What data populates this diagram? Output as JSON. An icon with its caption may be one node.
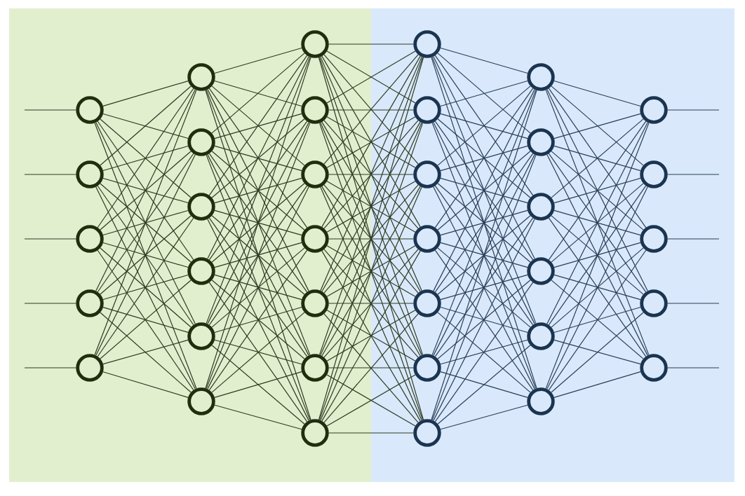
{
  "diagram": {
    "nodes": [
      {
        "text": [],
        "shape": "circle"
      },
      {
        "text": [],
        "shape": "circle"
      },
      {
        "text": [],
        "shape": "circle"
      },
      {
        "text": [],
        "shape": "circle"
      },
      {
        "text": [],
        "shape": "circle"
      },
      {
        "text": [],
        "shape": "circle"
      },
      {
        "text": [],
        "shape": "circle"
      },
      {
        "text": [],
        "shape": "circle"
      },
      {
        "text": [],
        "shape": "circle"
      },
      {
        "text": [],
        "shape": "circle"
      },
      {
        "text": [],
        "shape": "circle"
      },
      {
        "text": [],
        "shape": "circle"
      },
      {
        "text": [],
        "shape": "circle"
      },
      {
        "text": [],
        "shape": "circle"
      },
      {
        "text": [],
        "shape": "circle"
      },
      {
        "text": [],
        "shape": "circle"
      },
      {
        "text": [],
        "shape": "circle"
      },
      {
        "text": [],
        "shape": "circle"
      },
      {
        "text": [],
        "shape": "circle"
      },
      {
        "text": [],
        "shape": "circle"
      },
      {
        "text": [],
        "shape": "circle"
      },
      {
        "text": [],
        "shape": "circle"
      },
      {
        "text": [],
        "shape": "circle"
      },
      {
        "text": [],
        "shape": "circle"
      },
      {
        "text": [],
        "shape": "circle"
      },
      {
        "text": [],
        "shape": "circle"
      },
      {
        "text": [],
        "shape": "circle"
      },
      {
        "text": [],
        "shape": "circle"
      },
      {
        "text": [],
        "shape": "circle"
      },
      {
        "text": [],
        "shape": "circle"
      },
      {
        "text": [],
        "shape": "circle"
      },
      {
        "text": [],
        "shape": "circle"
      },
      {
        "text": [],
        "shape": "circle"
      },
      {
        "text": [],
        "shape": "circle"
      },
      {
        "text": [],
        "shape": "circle"
      },
      {
        "text": [],
        "shape": "circle"
      }
    ],
    "edges": [
      {
        "from": null,
        "to": 0,
        "arrow": "none"
      },
      {
        "from": null,
        "to": 1,
        "arrow": "none"
      },
      {
        "from": null,
        "to": 2,
        "arrow": "none"
      },
      {
        "from": null,
        "to": 3,
        "arrow": "none"
      },
      {
        "from": null,
        "to": 4,
        "arrow": "none"
      },
      {
        "from": 0,
        "to": 5,
        "arrow": "none"
      },
      {
        "from": 0,
        "to": 6,
        "arrow": "none"
      },
      {
        "from": 0,
        "to": 7,
        "arrow": "none"
      },
      {
        "from": 0,
        "to": 8,
        "arrow": "none"
      },
      {
        "from": 0,
        "to": 9,
        "arrow": "none"
      },
      {
        "from": 0,
        "to": 10,
        "arrow": "none"
      },
      {
        "from": 1,
        "to": 5,
        "arrow": "none"
      },
      {
        "from": 1,
        "to": 6,
        "arrow": "none"
      },
      {
        "from": 1,
        "to": 7,
        "arrow": "none"
      },
      {
        "from": 1,
        "to": 8,
        "arrow": "none"
      },
      {
        "from": 1,
        "to": 9,
        "arrow": "none"
      },
      {
        "from": 1,
        "to": 10,
        "arrow": "none"
      },
      {
        "from": 2,
        "to": 5,
        "arrow": "none"
      },
      {
        "from": 2,
        "to": 6,
        "arrow": "none"
      },
      {
        "from": 2,
        "to": 7,
        "arrow": "none"
      },
      {
        "from": 2,
        "to": 8,
        "arrow": "none"
      },
      {
        "from": 2,
        "to": 9,
        "arrow": "none"
      },
      {
        "from": 2,
        "to": 10,
        "arrow": "none"
      },
      {
        "from": 3,
        "to": 5,
        "arrow": "none"
      },
      {
        "from": 3,
        "to": 6,
        "arrow": "none"
      },
      {
        "from": 3,
        "to": 7,
        "arrow": "none"
      },
      {
        "from": 3,
        "to": 8,
        "arrow": "none"
      },
      {
        "from": 3,
        "to": 9,
        "arrow": "none"
      },
      {
        "from": 3,
        "to": 10,
        "arrow": "none"
      },
      {
        "from": 4,
        "to": 5,
        "arrow": "none"
      },
      {
        "from": 4,
        "to": 6,
        "arrow": "none"
      },
      {
        "from": 4,
        "to": 7,
        "arrow": "none"
      },
      {
        "from": 4,
        "to": 8,
        "arrow": "none"
      },
      {
        "from": 4,
        "to": 9,
        "arrow": "none"
      },
      {
        "from": 4,
        "to": 10,
        "arrow": "none"
      },
      {
        "from": 5,
        "to": 11,
        "arrow": "none"
      },
      {
        "from": 5,
        "to": 12,
        "arrow": "none"
      },
      {
        "from": 5,
        "to": 13,
        "arrow": "none"
      },
      {
        "from": 5,
        "to": 14,
        "arrow": "none"
      },
      {
        "from": 5,
        "to": 15,
        "arrow": "none"
      },
      {
        "from": 5,
        "to": 16,
        "arrow": "none"
      },
      {
        "from": 5,
        "to": 17,
        "arrow": "none"
      },
      {
        "from": 6,
        "to": 11,
        "arrow": "none"
      },
      {
        "from": 6,
        "to": 12,
        "arrow": "none"
      },
      {
        "from": 6,
        "to": 13,
        "arrow": "none"
      },
      {
        "from": 6,
        "to": 14,
        "arrow": "none"
      },
      {
        "from": 6,
        "to": 15,
        "arrow": "none"
      },
      {
        "from": 6,
        "to": 16,
        "arrow": "none"
      },
      {
        "from": 6,
        "to": 17,
        "arrow": "none"
      },
      {
        "from": 7,
        "to": 11,
        "arrow": "none"
      },
      {
        "from": 7,
        "to": 12,
        "arrow": "none"
      },
      {
        "from": 7,
        "to": 13,
        "arrow": "none"
      },
      {
        "from": 7,
        "to": 14,
        "arrow": "none"
      },
      {
        "from": 7,
        "to": 15,
        "arrow": "none"
      },
      {
        "from": 7,
        "to": 16,
        "arrow": "none"
      },
      {
        "from": 7,
        "to": 17,
        "arrow": "none"
      },
      {
        "from": 8,
        "to": 11,
        "arrow": "none"
      },
      {
        "from": 8,
        "to": 12,
        "arrow": "none"
      },
      {
        "from": 8,
        "to": 13,
        "arrow": "none"
      },
      {
        "from": 8,
        "to": 14,
        "arrow": "none"
      },
      {
        "from": 8,
        "to": 15,
        "arrow": "none"
      },
      {
        "from": 8,
        "to": 16,
        "arrow": "none"
      },
      {
        "from": 8,
        "to": 17,
        "arrow": "none"
      },
      {
        "from": 9,
        "to": 11,
        "arrow": "none"
      },
      {
        "from": 9,
        "to": 12,
        "arrow": "none"
      },
      {
        "from": 9,
        "to": 13,
        "arrow": "none"
      },
      {
        "from": 9,
        "to": 14,
        "arrow": "none"
      },
      {
        "from": 9,
        "to": 15,
        "arrow": "none"
      },
      {
        "from": 9,
        "to": 16,
        "arrow": "none"
      },
      {
        "from": 9,
        "to": 17,
        "arrow": "none"
      },
      {
        "from": 10,
        "to": 11,
        "arrow": "none"
      },
      {
        "from": 10,
        "to": 12,
        "arrow": "none"
      },
      {
        "from": 10,
        "to": 13,
        "arrow": "none"
      },
      {
        "from": 10,
        "to": 14,
        "arrow": "none"
      },
      {
        "from": 10,
        "to": 15,
        "arrow": "none"
      },
      {
        "from": 10,
        "to": 16,
        "arrow": "none"
      },
      {
        "from": 10,
        "to": 17,
        "arrow": "none"
      },
      {
        "from": 11,
        "to": 18,
        "arrow": "none"
      },
      {
        "from": 11,
        "to": 19,
        "arrow": "none"
      },
      {
        "from": 11,
        "to": 20,
        "arrow": "none"
      },
      {
        "from": 11,
        "to": 21,
        "arrow": "none"
      },
      {
        "from": 11,
        "to": 22,
        "arrow": "none"
      },
      {
        "from": 11,
        "to": 23,
        "arrow": "none"
      },
      {
        "from": 11,
        "to": 24,
        "arrow": "none"
      },
      {
        "from": 12,
        "to": 18,
        "arrow": "none"
      },
      {
        "from": 12,
        "to": 19,
        "arrow": "none"
      },
      {
        "from": 12,
        "to": 20,
        "arrow": "none"
      },
      {
        "from": 12,
        "to": 21,
        "arrow": "none"
      },
      {
        "from": 12,
        "to": 22,
        "arrow": "none"
      },
      {
        "from": 12,
        "to": 23,
        "arrow": "none"
      },
      {
        "from": 12,
        "to": 24,
        "arrow": "none"
      },
      {
        "from": 13,
        "to": 18,
        "arrow": "none"
      },
      {
        "from": 13,
        "to": 19,
        "arrow": "none"
      },
      {
        "from": 13,
        "to": 20,
        "arrow": "none"
      },
      {
        "from": 13,
        "to": 21,
        "arrow": "none"
      },
      {
        "from": 13,
        "to": 22,
        "arrow": "none"
      },
      {
        "from": 13,
        "to": 23,
        "arrow": "none"
      },
      {
        "from": 13,
        "to": 24,
        "arrow": "none"
      },
      {
        "from": 14,
        "to": 18,
        "arrow": "none"
      },
      {
        "from": 14,
        "to": 19,
        "arrow": "none"
      },
      {
        "from": 14,
        "to": 20,
        "arrow": "none"
      },
      {
        "from": 14,
        "to": 21,
        "arrow": "none"
      },
      {
        "from": 14,
        "to": 22,
        "arrow": "none"
      },
      {
        "from": 14,
        "to": 23,
        "arrow": "none"
      },
      {
        "from": 14,
        "to": 24,
        "arrow": "none"
      },
      {
        "from": 15,
        "to": 18,
        "arrow": "none"
      },
      {
        "from": 15,
        "to": 19,
        "arrow": "none"
      },
      {
        "from": 15,
        "to": 20,
        "arrow": "none"
      },
      {
        "from": 15,
        "to": 21,
        "arrow": "none"
      },
      {
        "from": 15,
        "to": 22,
        "arrow": "none"
      },
      {
        "from": 15,
        "to": 23,
        "arrow": "none"
      },
      {
        "from": 15,
        "to": 24,
        "arrow": "none"
      },
      {
        "from": 16,
        "to": 18,
        "arrow": "none"
      },
      {
        "from": 16,
        "to": 19,
        "arrow": "none"
      },
      {
        "from": 16,
        "to": 20,
        "arrow": "none"
      },
      {
        "from": 16,
        "to": 21,
        "arrow": "none"
      },
      {
        "from": 16,
        "to": 22,
        "arrow": "none"
      },
      {
        "from": 16,
        "to": 23,
        "arrow": "none"
      },
      {
        "from": 16,
        "to": 24,
        "arrow": "none"
      },
      {
        "from": 17,
        "to": 18,
        "arrow": "none"
      },
      {
        "from": 17,
        "to": 19,
        "arrow": "none"
      },
      {
        "from": 17,
        "to": 20,
        "arrow": "none"
      },
      {
        "from": 17,
        "to": 21,
        "arrow": "none"
      },
      {
        "from": 17,
        "to": 22,
        "arrow": "none"
      },
      {
        "from": 17,
        "to": 23,
        "arrow": "none"
      },
      {
        "from": 17,
        "to": 24,
        "arrow": "none"
      },
      {
        "from": 18,
        "to": 25,
        "arrow": "none"
      },
      {
        "from": 18,
        "to": 26,
        "arrow": "none"
      },
      {
        "from": 18,
        "to": 27,
        "arrow": "none"
      },
      {
        "from": 18,
        "to": 28,
        "arrow": "none"
      },
      {
        "from": 18,
        "to": 29,
        "arrow": "none"
      },
      {
        "from": 18,
        "to": 30,
        "arrow": "none"
      },
      {
        "from": 19,
        "to": 25,
        "arrow": "none"
      },
      {
        "from": 19,
        "to": 26,
        "arrow": "none"
      },
      {
        "from": 19,
        "to": 27,
        "arrow": "none"
      },
      {
        "from": 19,
        "to": 28,
        "arrow": "none"
      },
      {
        "from": 19,
        "to": 29,
        "arrow": "none"
      },
      {
        "from": 19,
        "to": 30,
        "arrow": "none"
      },
      {
        "from": 20,
        "to": 25,
        "arrow": "none"
      },
      {
        "from": 20,
        "to": 26,
        "arrow": "none"
      },
      {
        "from": 20,
        "to": 27,
        "arrow": "none"
      },
      {
        "from": 20,
        "to": 28,
        "arrow": "none"
      },
      {
        "from": 20,
        "to": 29,
        "arrow": "none"
      },
      {
        "from": 20,
        "to": 30,
        "arrow": "none"
      },
      {
        "from": 21,
        "to": 25,
        "arrow": "none"
      },
      {
        "from": 21,
        "to": 26,
        "arrow": "none"
      },
      {
        "from": 21,
        "to": 27,
        "arrow": "none"
      },
      {
        "from": 21,
        "to": 28,
        "arrow": "none"
      },
      {
        "from": 21,
        "to": 29,
        "arrow": "none"
      },
      {
        "from": 21,
        "to": 30,
        "arrow": "none"
      },
      {
        "from": 22,
        "to": 25,
        "arrow": "none"
      },
      {
        "from": 22,
        "to": 26,
        "arrow": "none"
      },
      {
        "from": 22,
        "to": 27,
        "arrow": "none"
      },
      {
        "from": 22,
        "to": 28,
        "arrow": "none"
      },
      {
        "from": 22,
        "to": 29,
        "arrow": "none"
      },
      {
        "from": 22,
        "to": 30,
        "arrow": "none"
      },
      {
        "from": 23,
        "to": 25,
        "arrow": "none"
      },
      {
        "from": 23,
        "to": 26,
        "arrow": "none"
      },
      {
        "from": 23,
        "to": 27,
        "arrow": "none"
      },
      {
        "from": 23,
        "to": 28,
        "arrow": "none"
      },
      {
        "from": 23,
        "to": 29,
        "arrow": "none"
      },
      {
        "from": 23,
        "to": 30,
        "arrow": "none"
      },
      {
        "from": 24,
        "to": 25,
        "arrow": "none"
      },
      {
        "from": 24,
        "to": 26,
        "arrow": "none"
      },
      {
        "from": 24,
        "to": 27,
        "arrow": "none"
      },
      {
        "from": 24,
        "to": 28,
        "arrow": "none"
      },
      {
        "from": 24,
        "to": 29,
        "arrow": "none"
      },
      {
        "from": 24,
        "to": 30,
        "arrow": "none"
      },
      {
        "from": 25,
        "to": 31,
        "arrow": "none"
      },
      {
        "from": 25,
        "to": 32,
        "arrow": "none"
      },
      {
        "from": 25,
        "to": 33,
        "arrow": "none"
      },
      {
        "from": 25,
        "to": 34,
        "arrow": "none"
      },
      {
        "from": 25,
        "to": 35,
        "arrow": "none"
      },
      {
        "from": 26,
        "to": 31,
        "arrow": "none"
      },
      {
        "from": 26,
        "to": 32,
        "arrow": "none"
      },
      {
        "from": 26,
        "to": 33,
        "arrow": "none"
      },
      {
        "from": 26,
        "to": 34,
        "arrow": "none"
      },
      {
        "from": 26,
        "to": 35,
        "arrow": "none"
      },
      {
        "from": 27,
        "to": 31,
        "arrow": "none"
      },
      {
        "from": 27,
        "to": 32,
        "arrow": "none"
      },
      {
        "from": 27,
        "to": 33,
        "arrow": "none"
      },
      {
        "from": 27,
        "to": 34,
        "arrow": "none"
      },
      {
        "from": 27,
        "to": 35,
        "arrow": "none"
      },
      {
        "from": 28,
        "to": 31,
        "arrow": "none"
      },
      {
        "from": 28,
        "to": 32,
        "arrow": "none"
      },
      {
        "from": 28,
        "to": 33,
        "arrow": "none"
      },
      {
        "from": 28,
        "to": 34,
        "arrow": "none"
      },
      {
        "from": 28,
        "to": 35,
        "arrow": "none"
      },
      {
        "from": 29,
        "to": 31,
        "arrow": "none"
      },
      {
        "from": 29,
        "to": 32,
        "arrow": "none"
      },
      {
        "from": 29,
        "to": 33,
        "arrow": "none"
      },
      {
        "from": 29,
        "to": 34,
        "arrow": "none"
      },
      {
        "from": 29,
        "to": 35,
        "arrow": "none"
      },
      {
        "from": 30,
        "to": 31,
        "arrow": "none"
      },
      {
        "from": 30,
        "to": 32,
        "arrow": "none"
      },
      {
        "from": 30,
        "to": 33,
        "arrow": "none"
      },
      {
        "from": 30,
        "to": 34,
        "arrow": "none"
      },
      {
        "from": 30,
        "to": 35,
        "arrow": "none"
      },
      {
        "from": 31,
        "to": null,
        "arrow": "none"
      },
      {
        "from": 32,
        "to": null,
        "arrow": "none"
      },
      {
        "from": 33,
        "to": null,
        "arrow": "none"
      },
      {
        "from": 34,
        "to": null,
        "arrow": "none"
      },
      {
        "from": 35,
        "to": null,
        "arrow": "none"
      }
    ]
  }
}
